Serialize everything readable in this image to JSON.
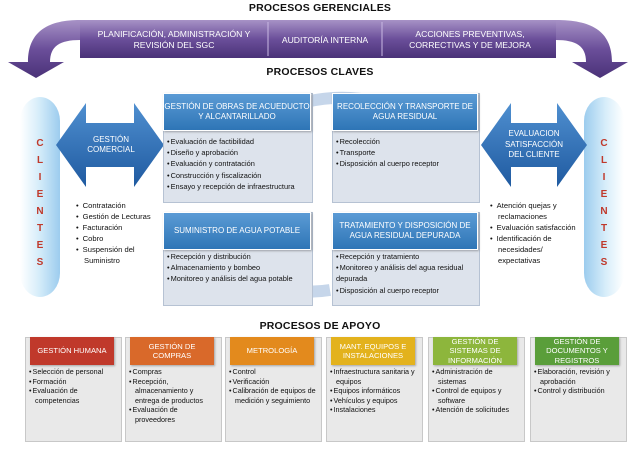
{
  "titles": {
    "gerenciales": "PROCESOS GERENCIALES",
    "claves": "PROCESOS CLAVES",
    "apoyo": "PROCESOS DE APOYO"
  },
  "gerenciales": [
    "PLANIFICACIÓN, ADMINISTRACIÓN Y REVISIÓN DEL SGC",
    "AUDITORÍA INTERNA",
    "ACCIONES PREVENTIVAS, CORRECTIVAS Y DE MEJORA"
  ],
  "clientes_letters": [
    "C",
    "L",
    "I",
    "E",
    "N",
    "T",
    "E",
    "S"
  ],
  "left_arrow": {
    "label": "GESTIÓN COMERCIAL",
    "items": [
      "Contratación",
      "Gestión de Lecturas",
      "Facturación",
      "Cobro",
      "Suspensión del Suministro"
    ]
  },
  "right_arrow": {
    "label": "EVALUACION SATISFACCIÓN DEL CLIENTE",
    "items": [
      "Atención quejas y reclamaciones",
      "Evaluación satisfacción",
      "Identificación de necesidades/ expectativas"
    ]
  },
  "claves": [
    {
      "title": "GESTIÓN DE OBRAS DE ACUEDUCTO Y ALCANTARILLADO",
      "items": [
        "Evaluación de factibilidad",
        "Diseño y aprobación",
        "Evaluación y contratación",
        "Construcción y fiscalización",
        "Ensayo y recepción de infraestructura"
      ]
    },
    {
      "title": "RECOLECCIÓN Y TRANSPORTE DE AGUA RESIDUAL",
      "items": [
        "Recolección",
        "Transporte",
        "Disposición al cuerpo receptor"
      ]
    },
    {
      "title": "SUMINISTRO DE AGUA POTABLE",
      "items": [
        "Recepción y distribución",
        "Almacenamiento y bombeo",
        "Monitoreo y análisis del agua potable"
      ]
    },
    {
      "title": "TRATAMIENTO Y DISPOSICIÓN DE AGUA RESIDUAL DEPURADA",
      "items": [
        "Recepción y tratamiento",
        "Monitoreo y análisis del agua residual depurada",
        "Disposición al cuerpo receptor"
      ]
    }
  ],
  "apoyo": [
    {
      "title": "GESTIÓN HUMANA",
      "color": "#c0392b",
      "items": [
        "Selección de personal",
        "Formación",
        "Evaluación de competencias"
      ]
    },
    {
      "title": "GESTIÓN DE COMPRAS",
      "color": "#d9692a",
      "items": [
        "Compras",
        "Recepción, almacenamiento y entrega de productos",
        "Evaluación de proveedores"
      ]
    },
    {
      "title": "METROLOGÍA",
      "color": "#e38a1d",
      "items": [
        "Control",
        "Verificación",
        "Calibración de equipos de medición y seguimiento"
      ]
    },
    {
      "title": "MANT. EQUIPOS E INSTALACIONES",
      "color": "#e3b21d",
      "items": [
        "Infraestructura sanitaria y equipos",
        "Equipos informáticos",
        "Vehículos y equipos",
        "Instalaciones"
      ]
    },
    {
      "title": "GESTIÓN DE SISTEMAS DE INFORMACIÓN",
      "color": "#8db63c",
      "items": [
        "Administración de sistemas",
        "Control de equipos y software",
        "Atención de solicitudes"
      ]
    },
    {
      "title": "GESTIÓN DE DOCUMENTOS Y REGISTROS",
      "color": "#5a9e3a",
      "items": [
        "Elaboración, revisión y aprobación",
        "Control y distribución"
      ]
    }
  ]
}
